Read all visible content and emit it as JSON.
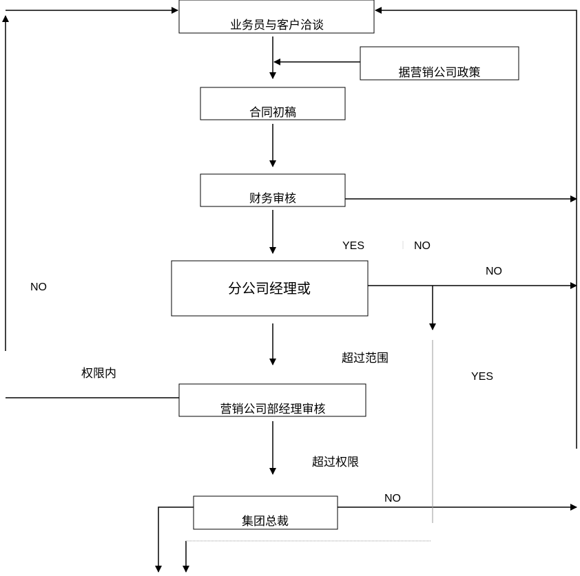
{
  "diagram": {
    "boxes": {
      "negotiate": "业务员与客户洽谈",
      "policy": "据营销公司政策",
      "draft": "合同初稿",
      "finance": "财务审核",
      "branch_manager": "分公司经理或",
      "sales_manager": "营销公司部经理审核",
      "president": "集团总裁"
    },
    "labels": {
      "yes_top": "YES",
      "no_top": "NO",
      "no_left": "NO",
      "no_branch_right": "NO",
      "beyond_scope": "超过范围",
      "yes_right": "YES",
      "within_authority": "权限内",
      "beyond_authority": "超过权限",
      "no_president": "NO"
    }
  }
}
